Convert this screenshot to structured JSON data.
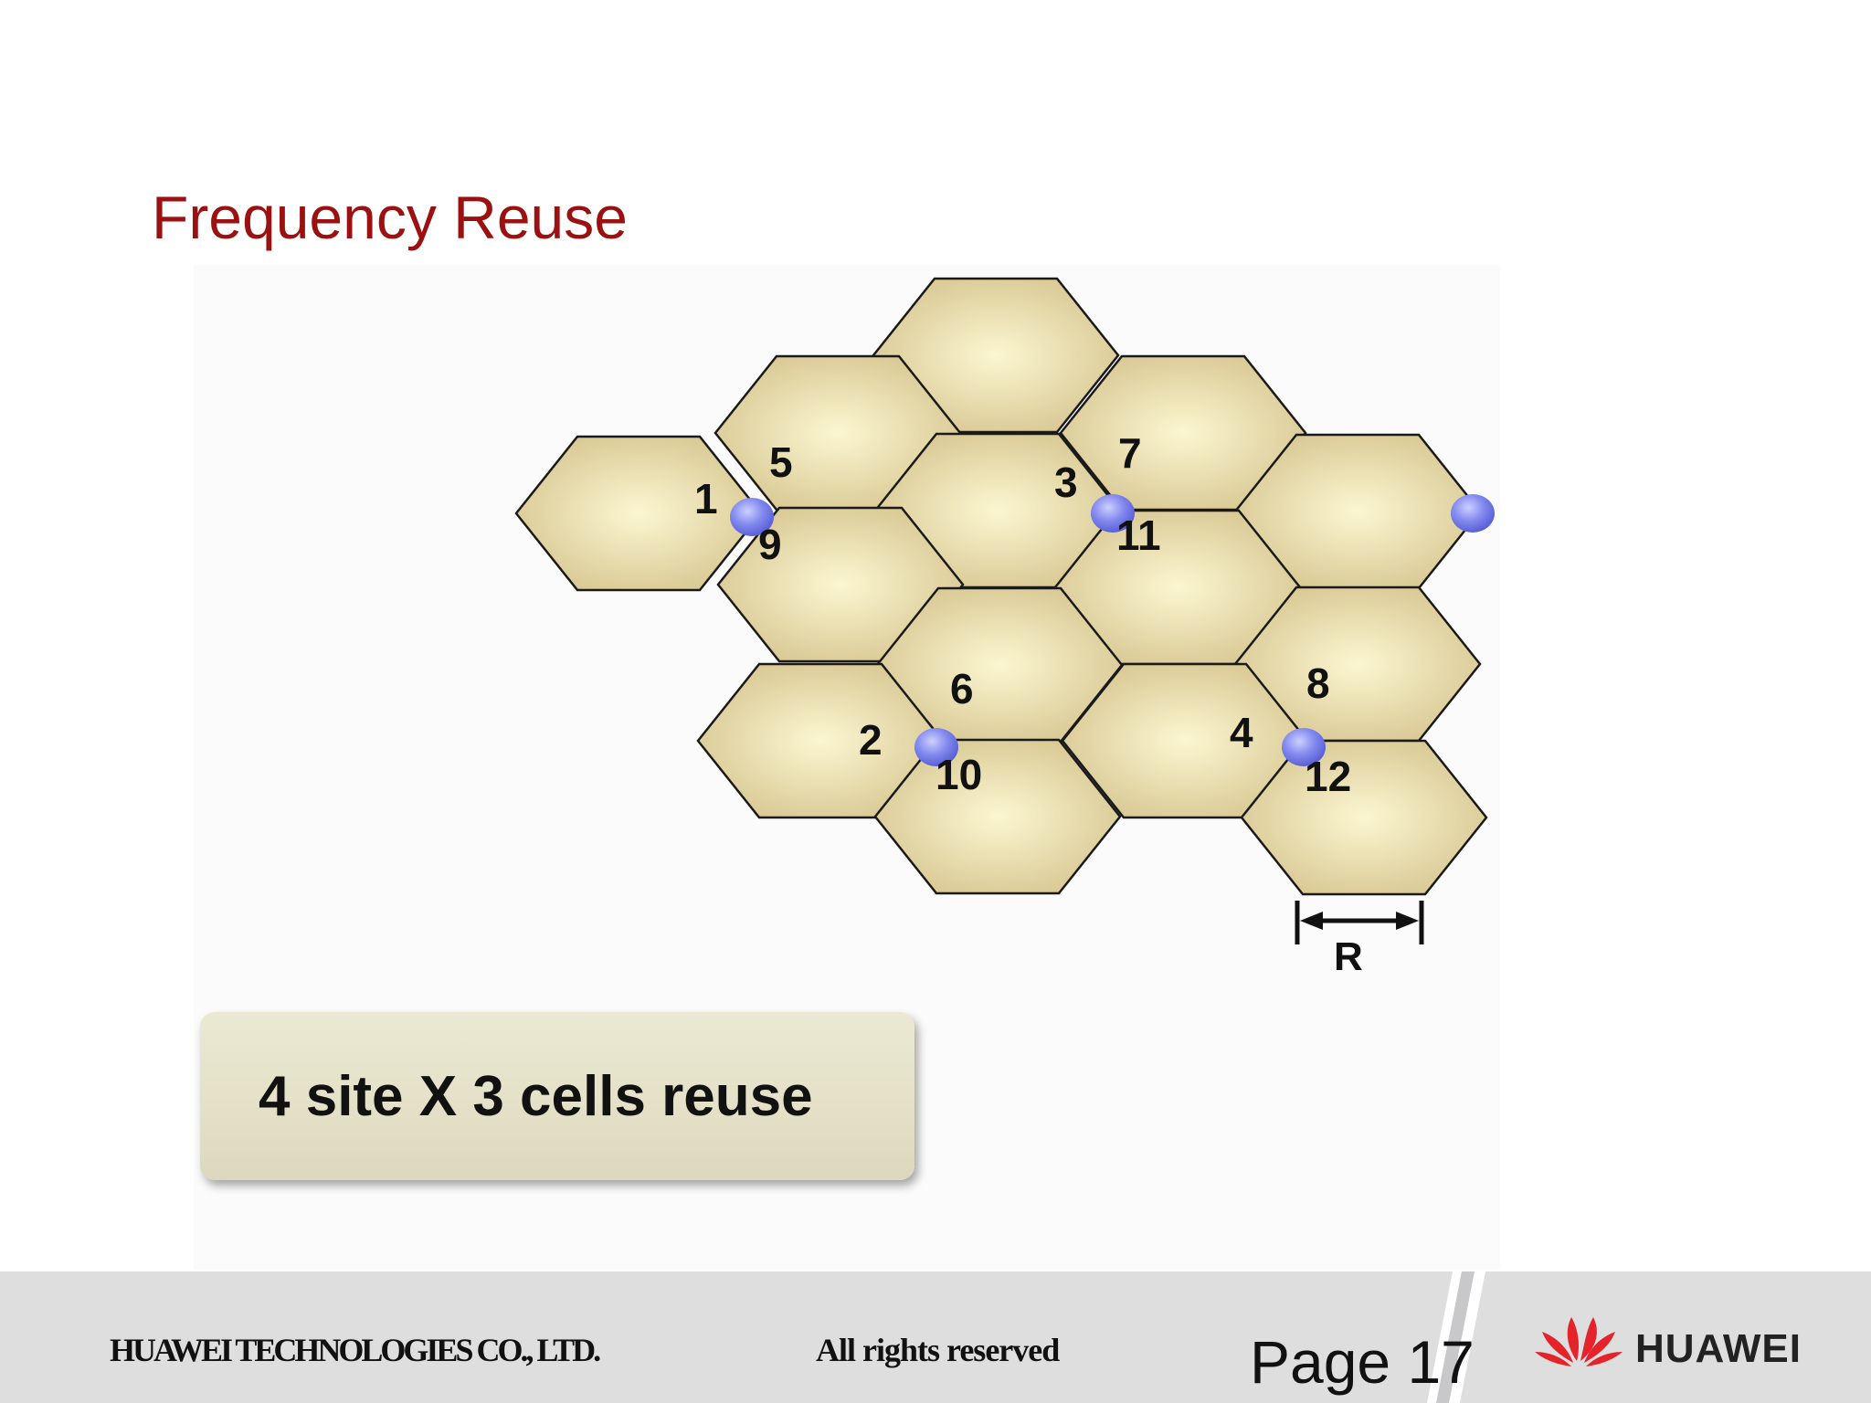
{
  "slide": {
    "title": "Frequency Reuse"
  },
  "diagram": {
    "cell_labels": [
      "1",
      "2",
      "3",
      "4",
      "5",
      "6",
      "7",
      "8",
      "9",
      "10",
      "11",
      "12"
    ],
    "dimension_label": "R",
    "colors": {
      "cell_fill_center": "#fbf6d1",
      "cell_fill_edge": "#d6c58f",
      "site_marker": "#7f85ee",
      "outline": "#1a1a1a"
    }
  },
  "callout": {
    "text": "4 site X 3 cells reuse"
  },
  "footer": {
    "company": "HUAWEI TECHNOLOGIES CO., LTD.",
    "rights": "All rights reserved",
    "page": "Page 17",
    "brand": "HUAWEI",
    "brand_color": "#e4232b"
  }
}
